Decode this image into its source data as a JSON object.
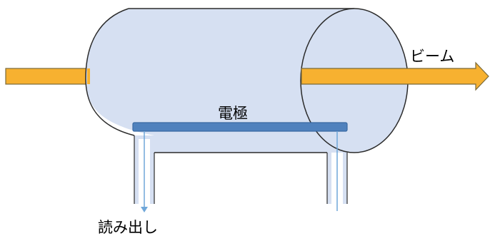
{
  "labels": {
    "beam": "ビーム",
    "electrode": "電極",
    "readout": "読み出し"
  },
  "colors": {
    "cylinder_fill": "#D6E0F2",
    "cylinder_stroke": "#2B2B2B",
    "beam_fill": "#F7B130",
    "beam_stroke": "#7A6A3A",
    "electrode_fill": "#4F81BD",
    "electrode_stroke": "#3A6AA3",
    "readout_line": "#6FA7D9"
  },
  "icons": {
    "beam_arrow": "arrow-right-icon",
    "readout_arrow": "arrow-down-icon"
  }
}
